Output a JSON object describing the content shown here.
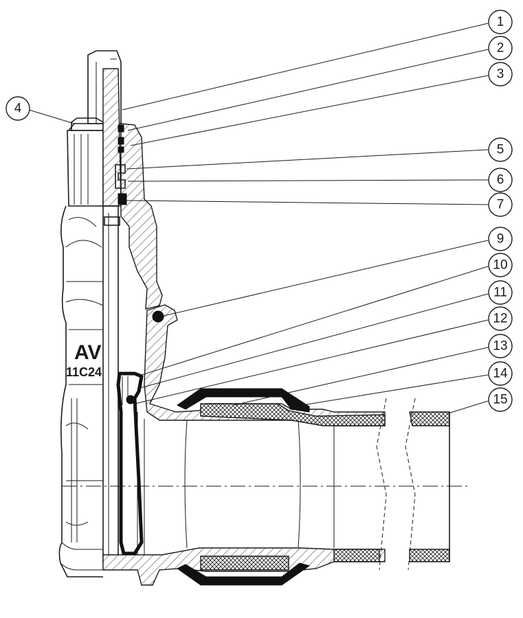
{
  "callouts": [
    {
      "id": "1",
      "label": "1"
    },
    {
      "id": "2",
      "label": "2"
    },
    {
      "id": "3",
      "label": "3"
    },
    {
      "id": "4",
      "label": "4"
    },
    {
      "id": "5",
      "label": "5"
    },
    {
      "id": "6",
      "label": "6"
    },
    {
      "id": "7",
      "label": "7"
    },
    {
      "id": "9",
      "label": "9"
    },
    {
      "id": "10",
      "label": "10"
    },
    {
      "id": "11",
      "label": "11"
    },
    {
      "id": "12",
      "label": "12"
    },
    {
      "id": "13",
      "label": "13"
    },
    {
      "id": "14",
      "label": "14"
    },
    {
      "id": "15",
      "label": "15"
    }
  ],
  "body_marks": {
    "logo": "AV",
    "code": "11C24"
  }
}
